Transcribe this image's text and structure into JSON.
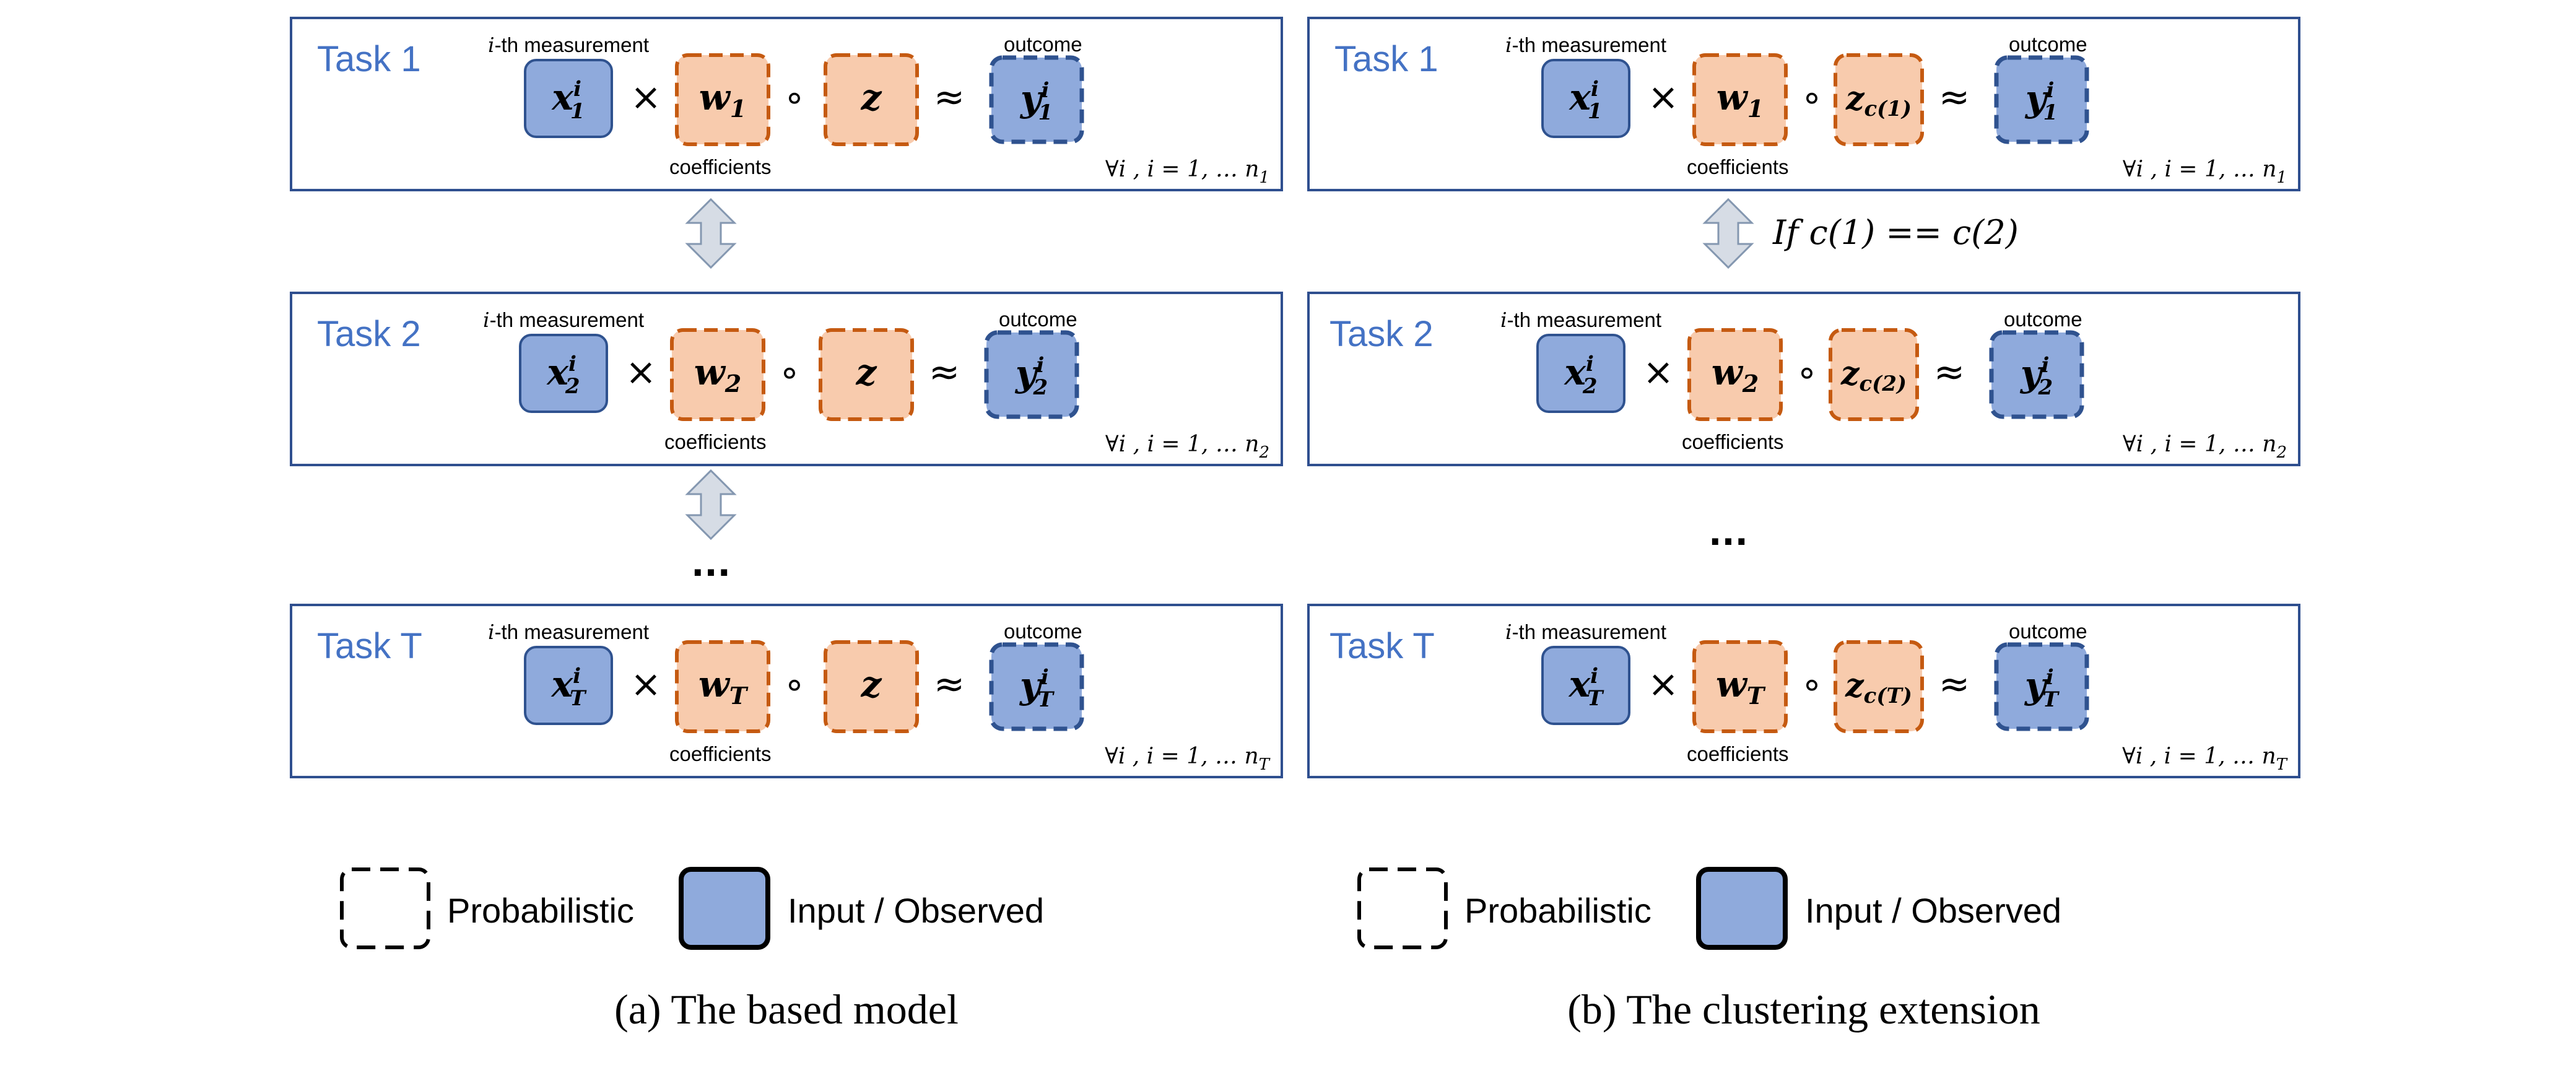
{
  "colors": {
    "task_title": "#4472C4",
    "frame": "#2F4F8F",
    "observed_fill": "#8FAADC",
    "observed_border": "#2F528F",
    "param_fill": "#F8CBAD",
    "param_border": "#C55A11",
    "arrow_fill": "#D6DCE5",
    "arrow_stroke": "#8497B0"
  },
  "labels": {
    "measurement_suffix": "-th measurement",
    "measurement_i": "i",
    "coefficients": "coefficients",
    "outcome": "outcome",
    "times": "×",
    "hadamard": "∘",
    "approx": "≈",
    "ellipsis": "..."
  },
  "panels": [
    {
      "caption": "(a) The based model",
      "ellipsis_after_task": 2,
      "arrows": [
        {
          "between": [
            1,
            2
          ],
          "text": ""
        },
        {
          "between": [
            2,
            3
          ],
          "text": ""
        }
      ],
      "tasks": [
        {
          "title": "Task 1",
          "x": "x",
          "x_sup": "i",
          "x_sub": "1",
          "w": "w",
          "w_sub": "1",
          "z": "z",
          "z_sub": "",
          "y": "y",
          "y_sup": "i",
          "y_sub": "1",
          "forall": "∀i , i = 1, … n",
          "n_sub": "1"
        },
        {
          "title": "Task 2",
          "x": "x",
          "x_sup": "i",
          "x_sub": "2",
          "w": "w",
          "w_sub": "2",
          "z": "z",
          "z_sub": "",
          "y": "y",
          "y_sup": "i",
          "y_sub": "2",
          "forall": "∀i , i = 1, … n",
          "n_sub": "2"
        },
        {
          "title": "Task T",
          "x": "x",
          "x_sup": "i",
          "x_sub": "T",
          "w": "w",
          "w_sub": "T",
          "z": "z",
          "z_sub": "",
          "y": "y",
          "y_sup": "i",
          "y_sub": "T",
          "forall": "∀i , i = 1, … n",
          "n_sub": "T"
        }
      ],
      "legend": {
        "probabilistic": "Probabilistic",
        "observed": "Input / Observed"
      }
    },
    {
      "caption": "(b) The clustering extension",
      "ellipsis_after_task": 2,
      "arrows": [
        {
          "between": [
            1,
            2
          ],
          "text": "If c(1) == c(2)"
        }
      ],
      "tasks": [
        {
          "title": "Task 1",
          "x": "x",
          "x_sup": "i",
          "x_sub": "1",
          "w": "w",
          "w_sub": "1",
          "z": "z",
          "z_sub": "c(1)",
          "y": "y",
          "y_sup": "i",
          "y_sub": "1",
          "forall": "∀i , i = 1, … n",
          "n_sub": "1"
        },
        {
          "title": "Task 2",
          "x": "x",
          "x_sup": "i",
          "x_sub": "2",
          "w": "w",
          "w_sub": "2",
          "z": "z",
          "z_sub": "c(2)",
          "y": "y",
          "y_sup": "i",
          "y_sub": "2",
          "forall": "∀i , i = 1, … n",
          "n_sub": "2"
        },
        {
          "title": "Task T",
          "x": "x",
          "x_sup": "i",
          "x_sub": "T",
          "w": "w",
          "w_sub": "T",
          "z": "z",
          "z_sub": "c(T)",
          "y": "y",
          "y_sup": "i",
          "y_sub": "T",
          "forall": "∀i , i = 1, … n",
          "n_sub": "T"
        }
      ],
      "legend": {
        "probabilistic": "Probabilistic",
        "observed": "Input / Observed"
      }
    }
  ]
}
